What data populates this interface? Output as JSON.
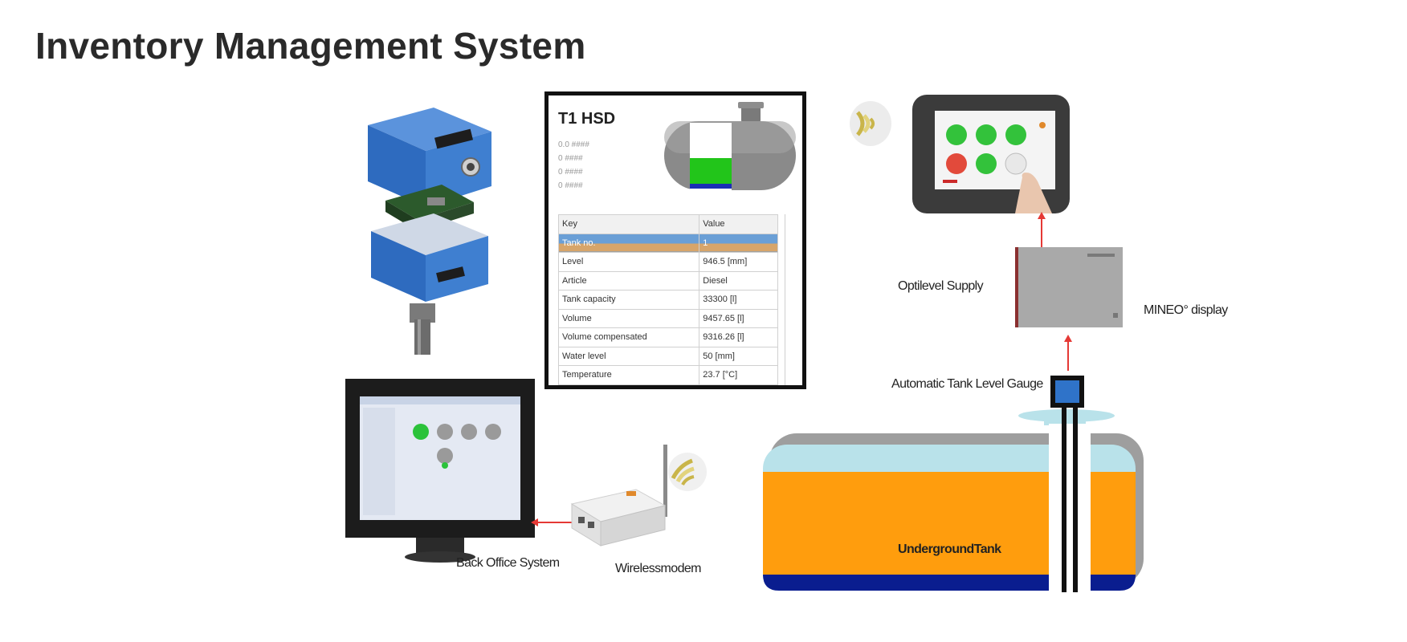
{
  "title": "Inventory Management System",
  "card": {
    "title": "T1 HSD",
    "subtitle_lines": [
      "0.0 ####",
      "0 ####",
      "0 ####",
      "0 ####"
    ],
    "table": {
      "headers": [
        "Key",
        "Value"
      ],
      "rows": [
        {
          "key": "Tank no.",
          "value": "1"
        },
        {
          "key": "Level",
          "value": "946.5 [mm]"
        },
        {
          "key": "Article",
          "value": "Diesel"
        },
        {
          "key": "Tank capacity",
          "value": "33300 [l]"
        },
        {
          "key": "Volume",
          "value": "9457.65 [l]"
        },
        {
          "key": "Volume compensated",
          "value": "9316.26 [l]"
        },
        {
          "key": "Water level",
          "value": "50 [mm]"
        },
        {
          "key": "Temperature",
          "value": "23.7 [°C]"
        }
      ]
    }
  },
  "labels": {
    "optilevel_supply": "Optilevel Supply",
    "mineo_display": "MINEO° display",
    "atg": "Automatic Tank Level Gauge",
    "underground_tank": "UndergroundTank",
    "back_office": "Back Office System",
    "wireless_modem": "Wirelessmodem"
  },
  "colors": {
    "arrow": "#e53935",
    "tank_fuel": "#ff9d0d",
    "tank_water": "#0a1d8f",
    "tank_vapor": "#b9e2ea",
    "gauge_blue": "#2f73c9",
    "level_green": "#22c51a",
    "screen_red": "#e24a3b"
  }
}
